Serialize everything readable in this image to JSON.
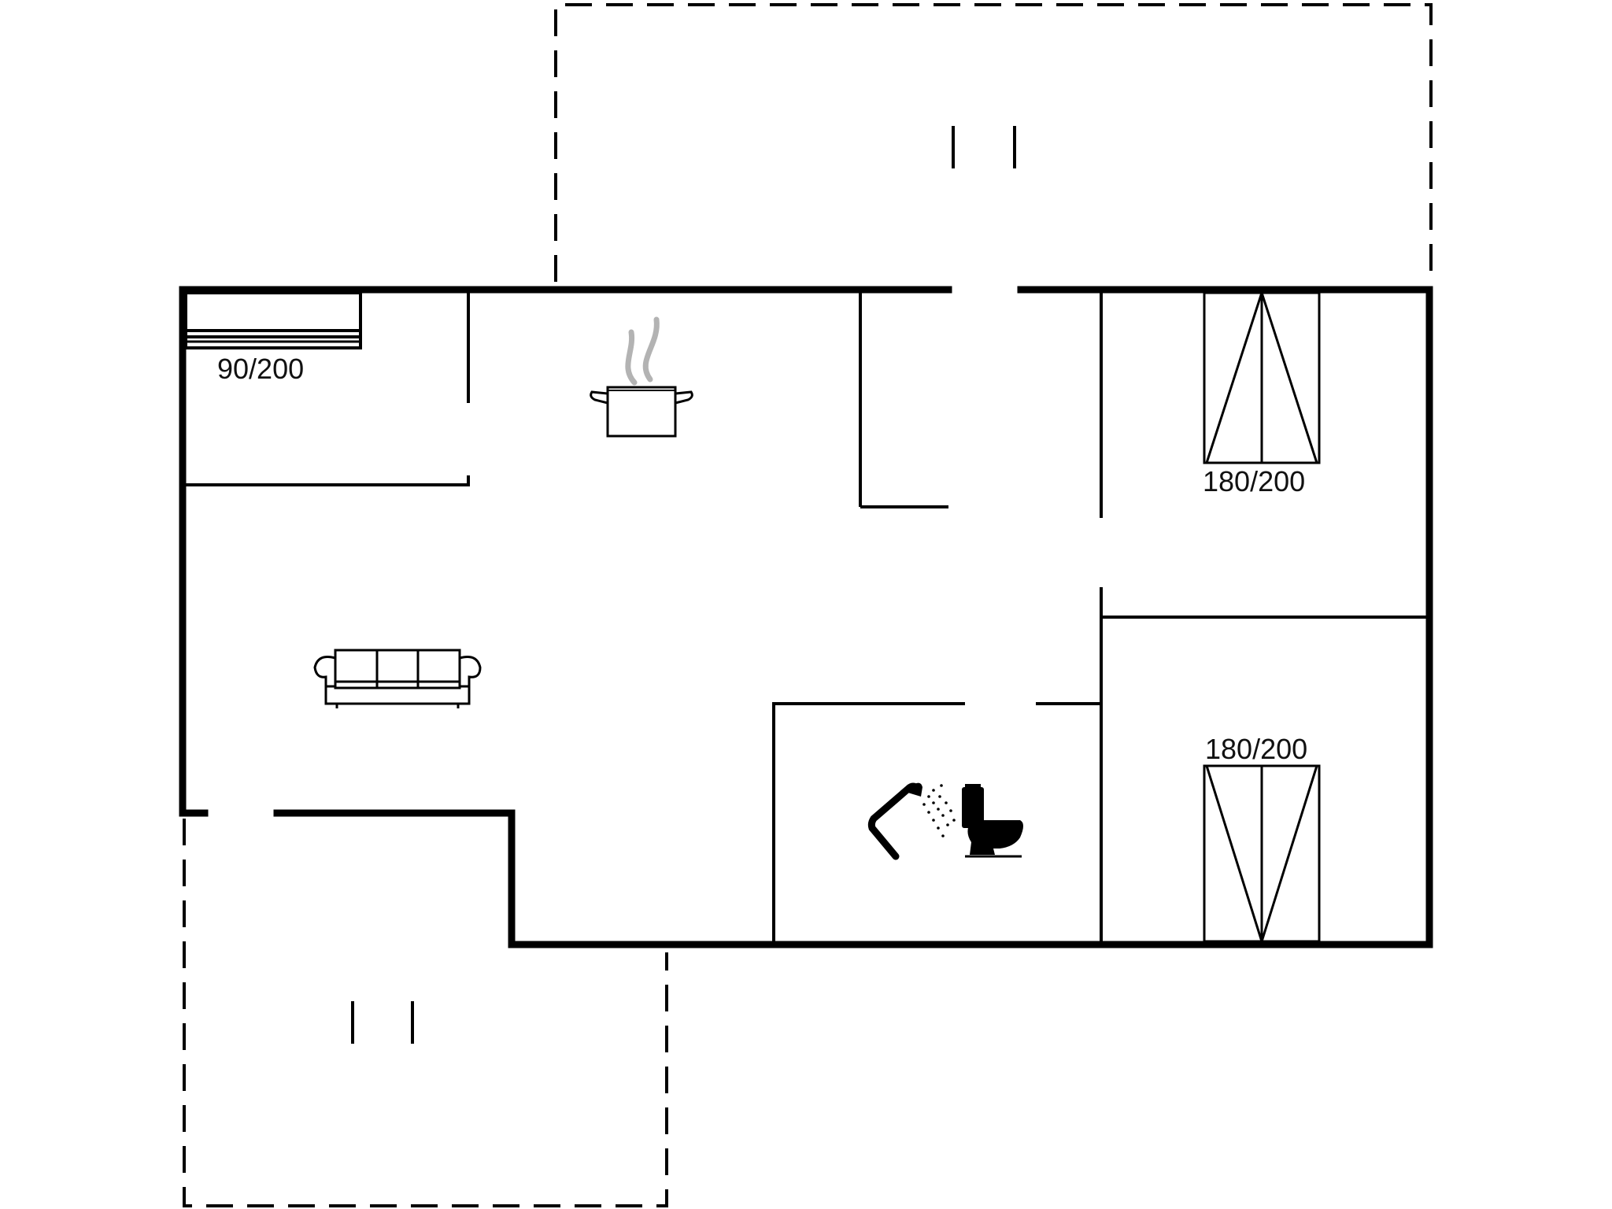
{
  "colors": {
    "line": "#000000",
    "background": "#ffffff",
    "steam": "#b3b3b3"
  },
  "rooms": {
    "bedroom_single": {
      "bed_size": "90/200"
    },
    "bedroom_double_top": {
      "bed_size": "180/200"
    },
    "bedroom_double_bottom": {
      "bed_size": "180/200"
    }
  },
  "icons": {
    "kitchen": "cooking-pot-icon",
    "living": "sofa-icon",
    "bathroom_shower": "shower-icon",
    "bathroom_toilet": "toilet-icon"
  }
}
